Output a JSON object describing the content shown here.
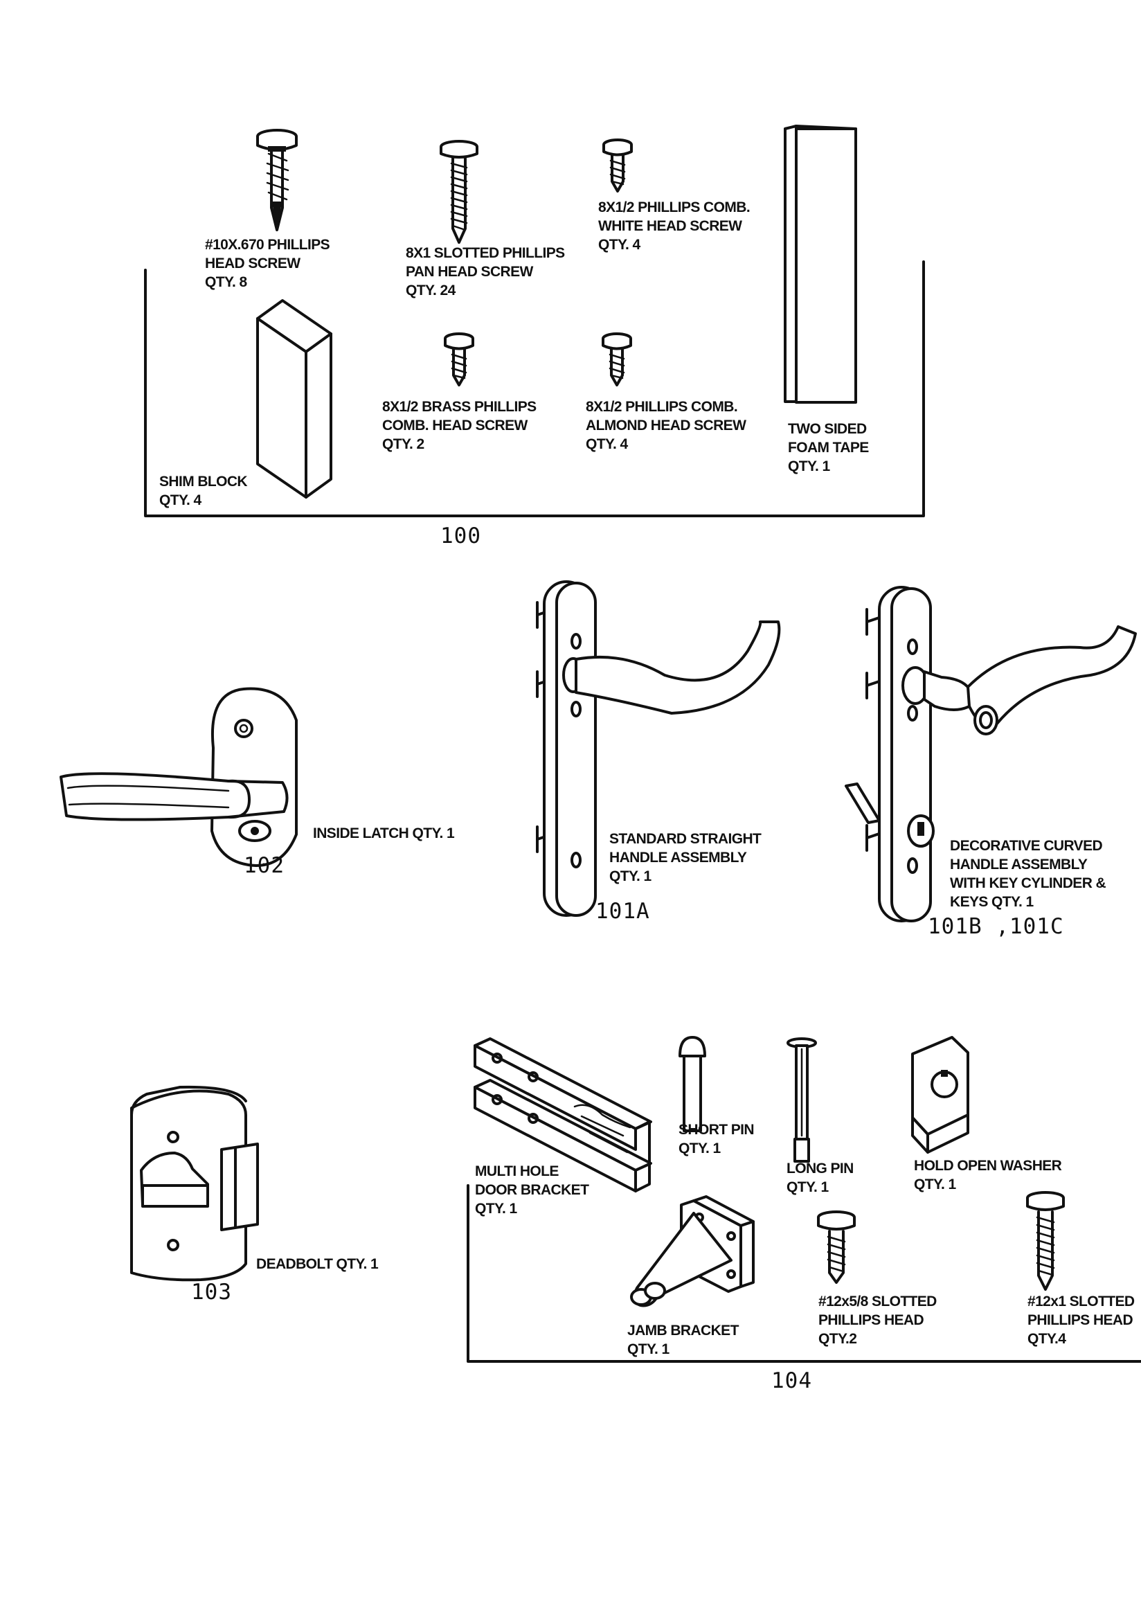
{
  "kit_100": {
    "ref": "100",
    "screw_10x670": [
      "#10X.670 PHILLIPS",
      "HEAD SCREW",
      "QTY. 8"
    ],
    "screw_8x1": [
      "8X1 SLOTTED PHILLIPS",
      "PAN HEAD SCREW",
      "QTY. 24"
    ],
    "screw_white": [
      "8X1/2 PHILLIPS COMB.",
      "WHITE HEAD SCREW",
      "QTY. 4"
    ],
    "screw_brass": [
      "8X1/2 BRASS PHILLIPS",
      "COMB. HEAD SCREW",
      "QTY. 2"
    ],
    "screw_almond": [
      "8X1/2 PHILLIPS COMB.",
      "ALMOND HEAD SCREW",
      "QTY. 4"
    ],
    "foam_tape": [
      "TWO SIDED",
      "FOAM TAPE",
      "QTY. 1"
    ],
    "shim_block": [
      "SHIM BLOCK",
      "QTY. 4"
    ]
  },
  "inside_latch": {
    "label": "INSIDE LATCH QTY. 1",
    "ref": "102"
  },
  "straight_handle": {
    "label": [
      "STANDARD STRAIGHT",
      "HANDLE ASSEMBLY",
      "QTY. 1"
    ],
    "ref": "101A"
  },
  "curved_handle": {
    "label": [
      "DECORATIVE CURVED",
      "HANDLE ASSEMBLY",
      "WITH KEY CYLINDER &",
      "KEYS QTY. 1"
    ],
    "ref": "101B ,101C"
  },
  "deadbolt": {
    "label": "DEADBOLT QTY. 1",
    "ref": "103"
  },
  "kit_104": {
    "ref": "104",
    "multi_hole_bracket": [
      "MULTI HOLE",
      "DOOR BRACKET",
      "QTY. 1"
    ],
    "short_pin": [
      "SHORT PIN",
      "QTY. 1"
    ],
    "long_pin": [
      "LONG PIN",
      "QTY. 1"
    ],
    "hold_open_washer": [
      "HOLD OPEN WASHER",
      "QTY. 1"
    ],
    "jamb_bracket": [
      "JAMB BRACKET",
      "QTY. 1"
    ],
    "screw_12x58": [
      "#12x5/8 SLOTTED",
      "PHILLIPS HEAD",
      "QTY.2"
    ],
    "screw_12x1": [
      "#12x1 SLOTTED",
      "PHILLIPS HEAD",
      "QTY.4"
    ]
  }
}
